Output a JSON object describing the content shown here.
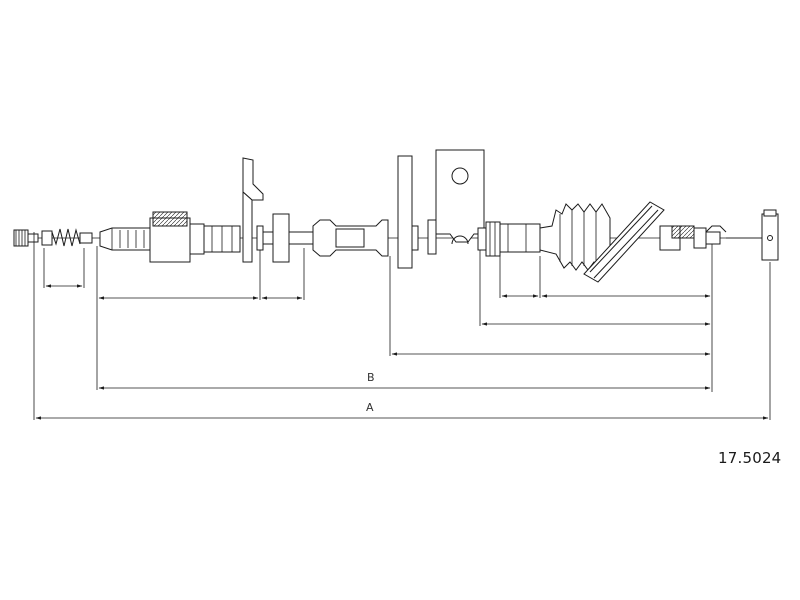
{
  "part_number": "17.5024",
  "dimension_labels": {
    "a": "A",
    "b": "B"
  },
  "colors": {
    "line": "#1c1c1c",
    "background": "#ffffff"
  }
}
